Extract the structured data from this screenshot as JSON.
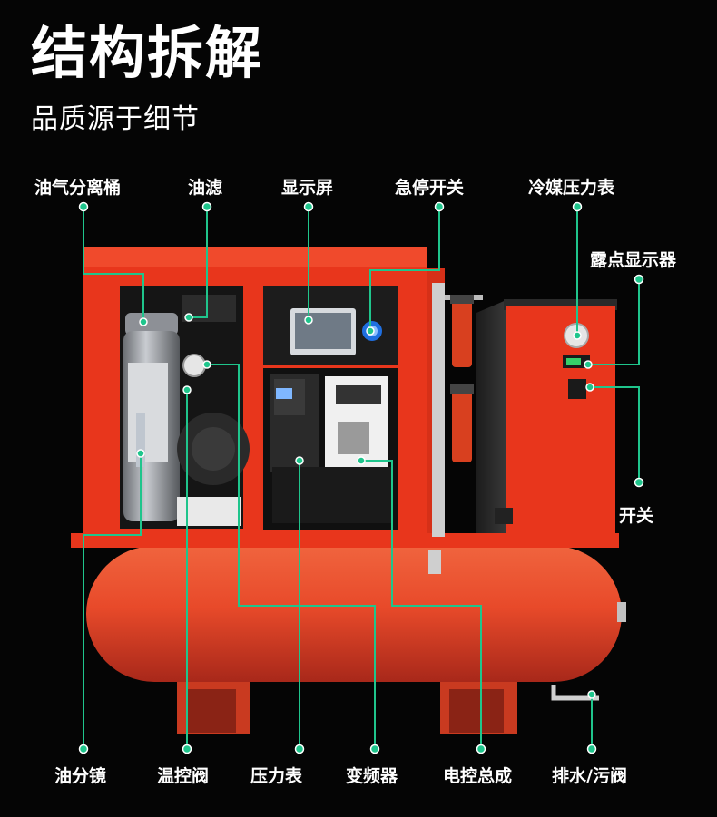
{
  "header": {
    "title": "结构拆解",
    "subtitle": "品质源于细节"
  },
  "top_labels": {
    "oil_separator": "油气分离桶",
    "oil_filter": "油滤",
    "display": "显示屏",
    "emergency_stop": "急停开关",
    "refrigerant_gauge": "冷媒压力表"
  },
  "side_labels": {
    "dew_point": "露点显示器",
    "switch": "开关"
  },
  "bottom_labels": {
    "oil_sight": "油分镜",
    "temp_valve": "温控阀",
    "pressure_gauge": "压力表",
    "inverter": "变频器",
    "control_box": "电控总成",
    "drain_valve": "排水/污阀"
  },
  "colors": {
    "machine_red": "#e8361c",
    "tank_red": "#e84a2a",
    "callout_green": "#1fc58c",
    "background": "#050505"
  }
}
